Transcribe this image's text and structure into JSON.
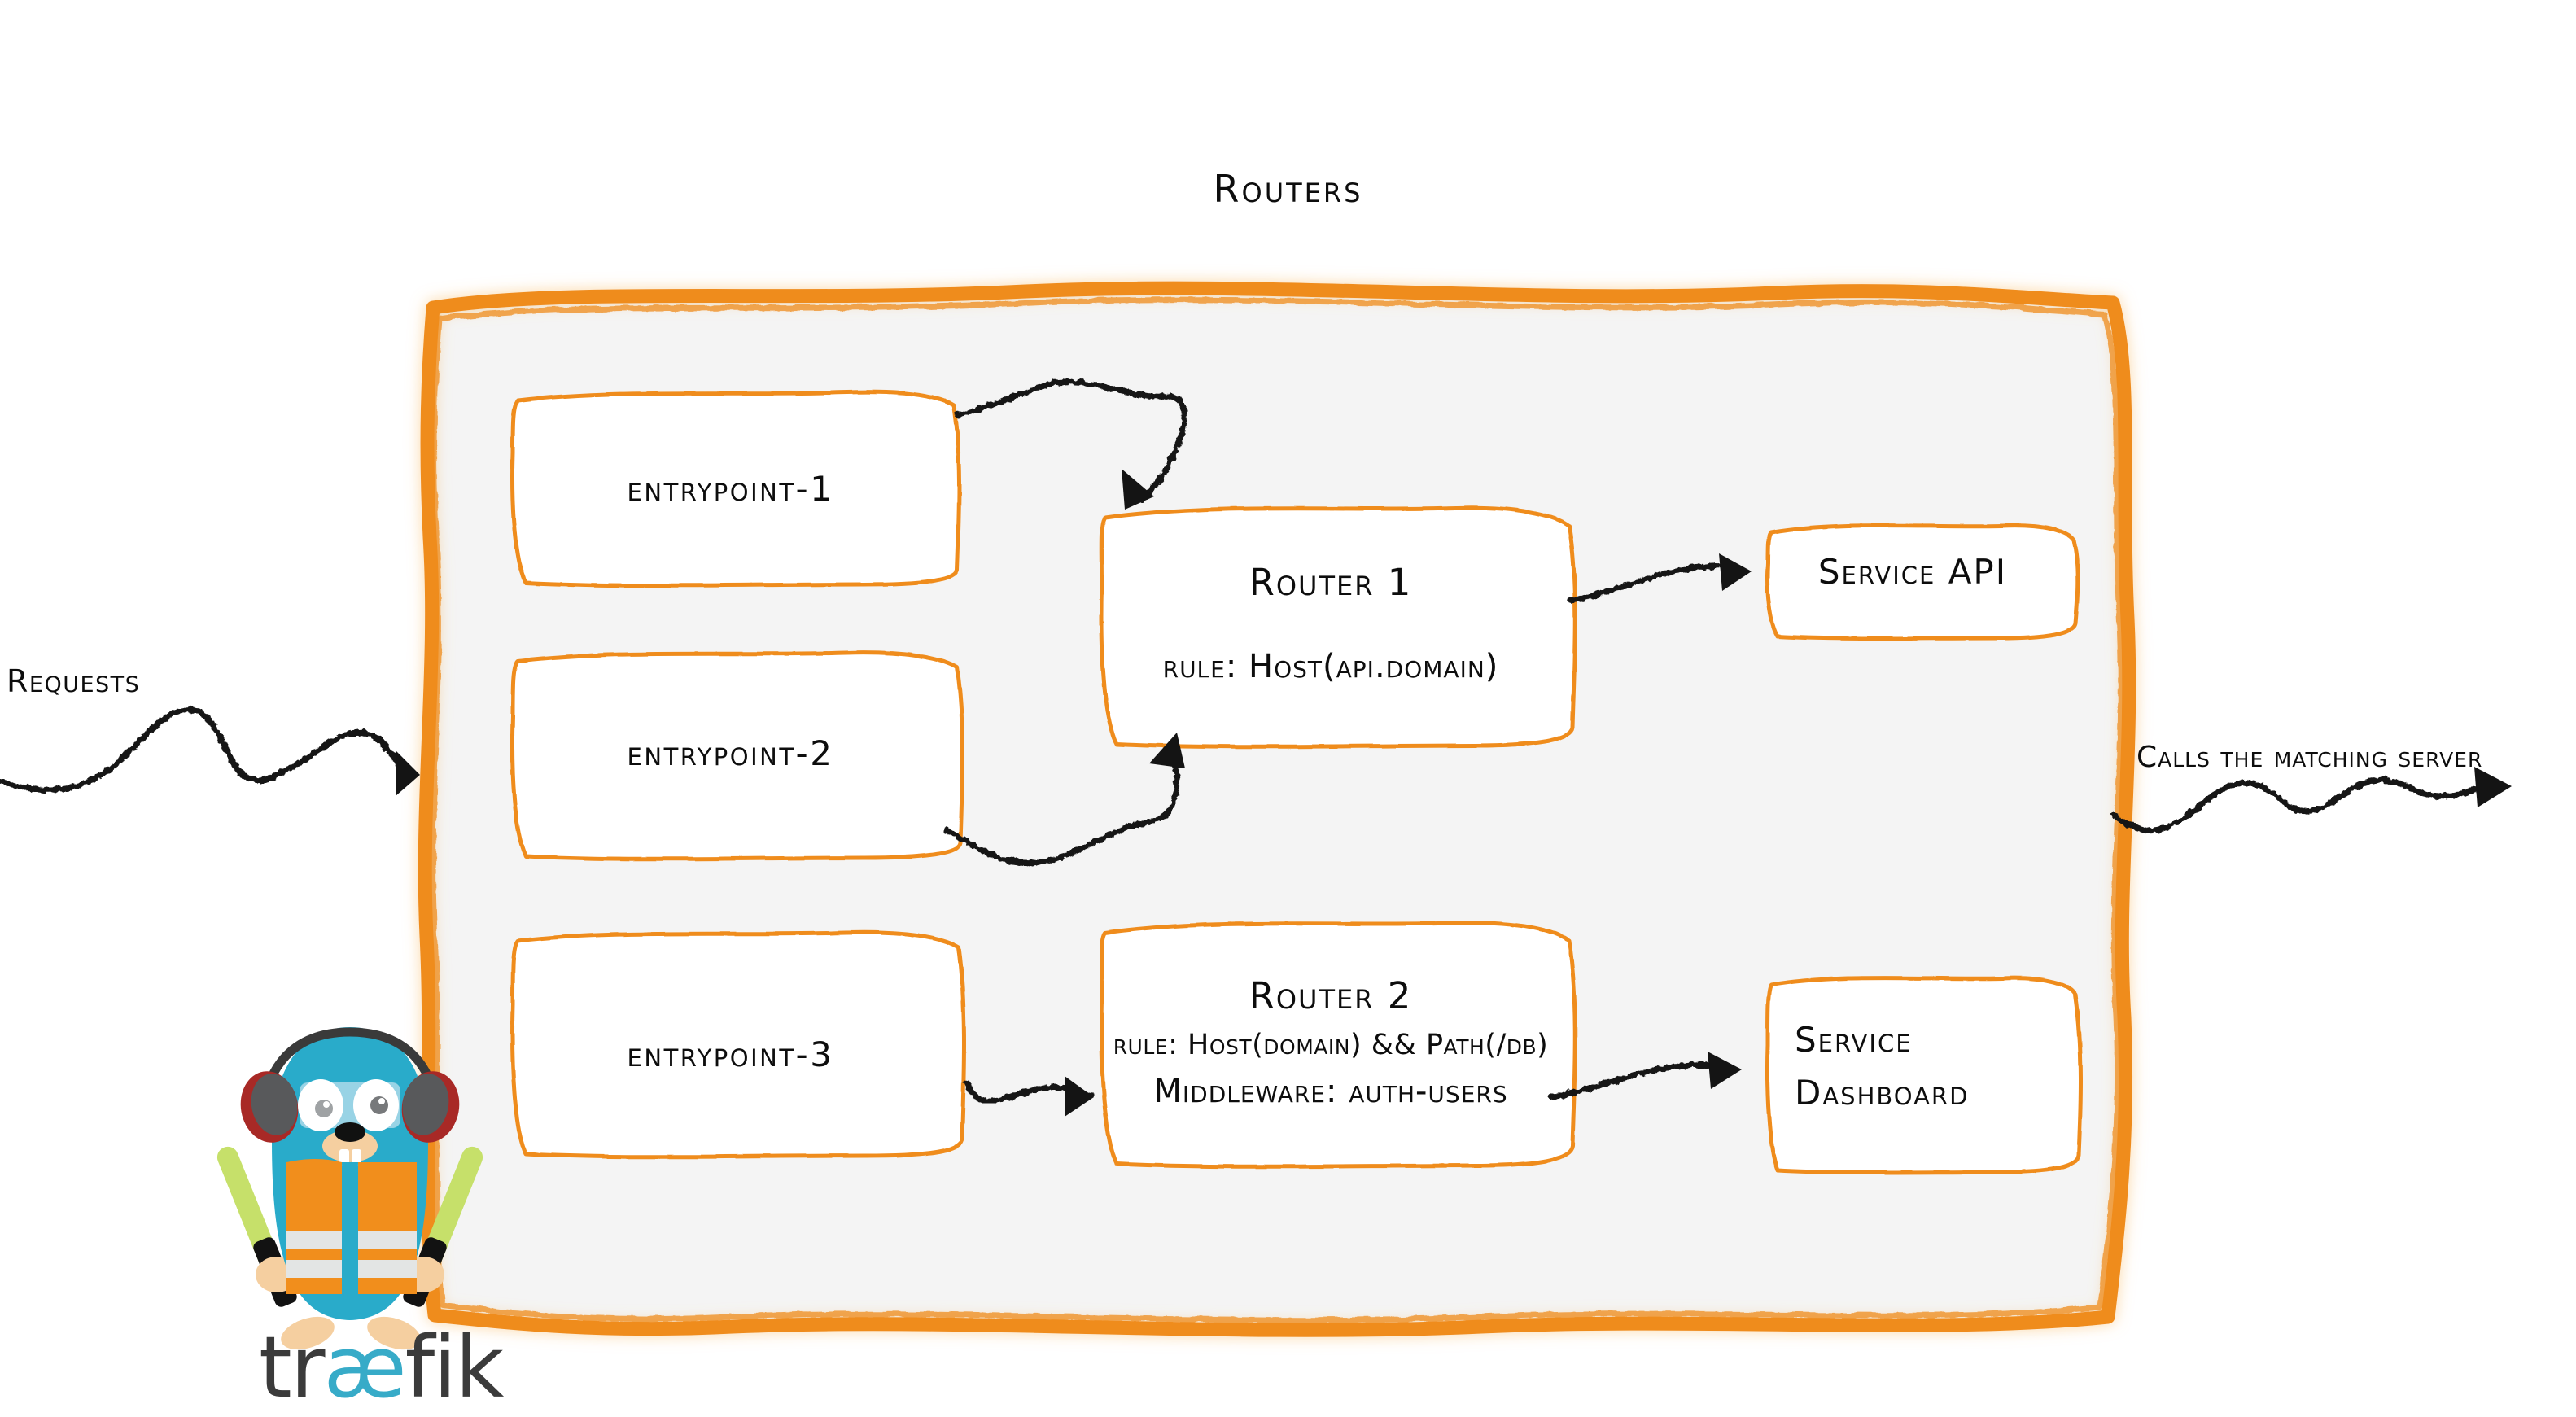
{
  "diagram": {
    "title": "Routers",
    "type": "traefik-routing-architecture",
    "colors": {
      "accent_orange": "#ef8c1e",
      "panel_fill": "#f4f4f4",
      "box_border": "#ef8c1e",
      "ink": "#0d0d0d",
      "gopher_body": "#29abca",
      "gopher_vest": "#f18e1c",
      "gopher_stripe": "#e3e5e4",
      "gopher_skin": "#f5cfa0",
      "wand_green": "#c6e06a",
      "headphone_gray": "#58595b",
      "headphone_red": "#a82926",
      "logo_text": "#3b3b3b",
      "logo_ae": "#37abc8"
    },
    "entrypoints": [
      {
        "id": "entrypoint-1",
        "label": "entrypoint-1"
      },
      {
        "id": "entrypoint-2",
        "label": "entrypoint-2"
      },
      {
        "id": "entrypoint-3",
        "label": "entrypoint-3"
      }
    ],
    "routers": [
      {
        "id": "router-1",
        "title": "Router 1",
        "rule": "rule: Host(api.domain)",
        "middleware": null
      },
      {
        "id": "router-2",
        "title": "Router 2",
        "rule": "rule: Host(domain) && Path(/db)",
        "middleware": "Middleware: auth-users"
      }
    ],
    "services": [
      {
        "id": "service-api",
        "lines": [
          "Service API"
        ]
      },
      {
        "id": "service-dashboard",
        "lines": [
          "Service",
          "Dashboard"
        ]
      }
    ],
    "annotations": {
      "left_label": "Requests",
      "right_label": "Calls the matching server"
    },
    "logo": {
      "prefix": "tr",
      "ligature": "æ",
      "suffix": "fik"
    }
  }
}
